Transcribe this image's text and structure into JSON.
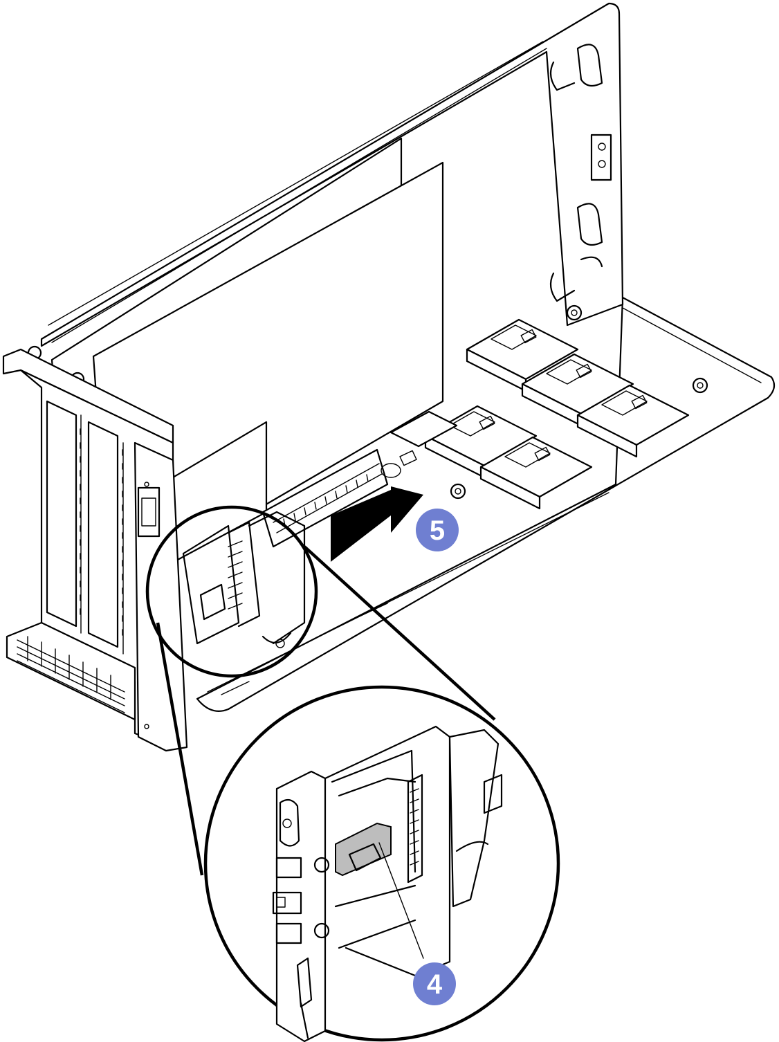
{
  "callouts": [
    {
      "id": "step-4",
      "label": "4"
    },
    {
      "id": "step-5",
      "label": "5"
    }
  ],
  "colors": {
    "callout_fill": "#6f7fd1",
    "callout_text": "#ffffff",
    "line": "#000000",
    "highlight": "#bdbdbd",
    "arrow": "#000000"
  },
  "icons": [
    "push-direction-arrow",
    "magnifier-circle",
    "latch-detail"
  ]
}
